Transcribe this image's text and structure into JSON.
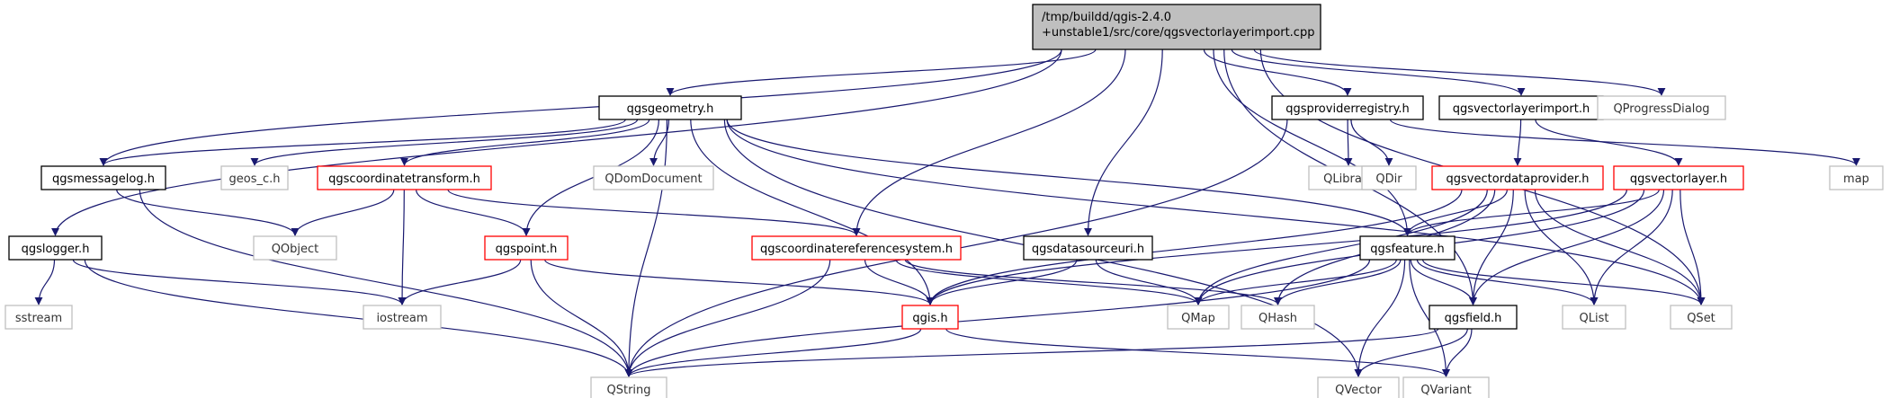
{
  "colors": {
    "edge": "#191970",
    "root_fill": "#bfbfbf",
    "border_black": "#000000",
    "border_red": "#ff0000",
    "border_gray": "#bfbfbf"
  },
  "nodes": [
    {
      "id": "root",
      "lines": [
        "/tmp/buildd/qgis-2.4.0",
        "+unstable1/src/core/qgsvectorlayerimport.cpp"
      ],
      "style": "root"
    },
    {
      "id": "qgsgeometry",
      "lines": [
        "qgsgeometry.h"
      ],
      "style": "black"
    },
    {
      "id": "qgsproviderregistry",
      "lines": [
        "qgsproviderregistry.h"
      ],
      "style": "black"
    },
    {
      "id": "qgsvectorlayerimport",
      "lines": [
        "qgsvectorlayerimport.h"
      ],
      "style": "black"
    },
    {
      "id": "QProgressDialog",
      "lines": [
        "QProgressDialog"
      ],
      "style": "gray"
    },
    {
      "id": "qgsmessagelog",
      "lines": [
        "qgsmessagelog.h"
      ],
      "style": "black"
    },
    {
      "id": "geos_c",
      "lines": [
        "geos_c.h"
      ],
      "style": "gray"
    },
    {
      "id": "qgscoordinatetransform",
      "lines": [
        "qgscoordinatetransform.h"
      ],
      "style": "red"
    },
    {
      "id": "QDomDocument",
      "lines": [
        "QDomDocument"
      ],
      "style": "gray"
    },
    {
      "id": "QLibrary",
      "lines": [
        "QLibrary"
      ],
      "style": "gray"
    },
    {
      "id": "QDir",
      "lines": [
        "QDir"
      ],
      "style": "gray"
    },
    {
      "id": "qgsvectordataprovider",
      "lines": [
        "qgsvectordataprovider.h"
      ],
      "style": "red"
    },
    {
      "id": "qgsvectorlayer",
      "lines": [
        "qgsvectorlayer.h"
      ],
      "style": "red"
    },
    {
      "id": "map",
      "lines": [
        "map"
      ],
      "style": "gray"
    },
    {
      "id": "qgslogger",
      "lines": [
        "qgslogger.h"
      ],
      "style": "black"
    },
    {
      "id": "QObject",
      "lines": [
        "QObject"
      ],
      "style": "gray"
    },
    {
      "id": "qgspoint",
      "lines": [
        "qgspoint.h"
      ],
      "style": "red"
    },
    {
      "id": "qgscoordinatereferencesystem",
      "lines": [
        "qgscoordinatereferencesystem.h"
      ],
      "style": "red"
    },
    {
      "id": "qgsdatasourceuri",
      "lines": [
        "qgsdatasourceuri.h"
      ],
      "style": "black"
    },
    {
      "id": "qgsfeature",
      "lines": [
        "qgsfeature.h"
      ],
      "style": "black"
    },
    {
      "id": "sstream",
      "lines": [
        "sstream"
      ],
      "style": "gray"
    },
    {
      "id": "iostream",
      "lines": [
        "iostream"
      ],
      "style": "gray"
    },
    {
      "id": "qgis",
      "lines": [
        "qgis.h"
      ],
      "style": "red"
    },
    {
      "id": "QMap",
      "lines": [
        "QMap"
      ],
      "style": "gray"
    },
    {
      "id": "QHash",
      "lines": [
        "QHash"
      ],
      "style": "gray"
    },
    {
      "id": "qgsfield",
      "lines": [
        "qgsfield.h"
      ],
      "style": "black"
    },
    {
      "id": "QList",
      "lines": [
        "QList"
      ],
      "style": "gray"
    },
    {
      "id": "QSet",
      "lines": [
        "QSet"
      ],
      "style": "gray"
    },
    {
      "id": "QString",
      "lines": [
        "QString"
      ],
      "style": "gray"
    },
    {
      "id": "QVector",
      "lines": [
        "QVector"
      ],
      "style": "gray"
    },
    {
      "id": "QVariant",
      "lines": [
        "QVariant"
      ],
      "style": "gray"
    }
  ],
  "edges": [
    [
      "root",
      "qgsgeometry"
    ],
    [
      "root",
      "qgsproviderregistry"
    ],
    [
      "root",
      "qgsvectorlayerimport"
    ],
    [
      "root",
      "QProgressDialog"
    ],
    [
      "root",
      "qgsmessagelog"
    ],
    [
      "root",
      "qgslogger"
    ],
    [
      "root",
      "qgscoordinatereferencesystem"
    ],
    [
      "root",
      "qgsdatasourceuri"
    ],
    [
      "root",
      "qgsfeature"
    ],
    [
      "root",
      "qgsfield"
    ],
    [
      "root",
      "QSet"
    ],
    [
      "qgsgeometry",
      "qgsmessagelog"
    ],
    [
      "qgsgeometry",
      "geos_c"
    ],
    [
      "qgsgeometry",
      "qgscoordinatetransform"
    ],
    [
      "qgsgeometry",
      "QDomDocument"
    ],
    [
      "qgsgeometry",
      "qgspoint"
    ],
    [
      "qgsgeometry",
      "qgis"
    ],
    [
      "qgsgeometry",
      "qgsfeature"
    ],
    [
      "qgsgeometry",
      "QString"
    ],
    [
      "qgsgeometry",
      "QVector"
    ],
    [
      "qgsgeometry",
      "QSet"
    ],
    [
      "qgsproviderregistry",
      "QLibrary"
    ],
    [
      "qgsproviderregistry",
      "QDir"
    ],
    [
      "qgsproviderregistry",
      "map"
    ],
    [
      "qgsproviderregistry",
      "QString"
    ],
    [
      "qgsvectorlayerimport",
      "qgsvectordataprovider"
    ],
    [
      "qgsvectorlayerimport",
      "qgsvectorlayer"
    ],
    [
      "qgsmessagelog",
      "QObject"
    ],
    [
      "qgsmessagelog",
      "QString"
    ],
    [
      "qgscoordinatetransform",
      "QObject"
    ],
    [
      "qgscoordinatetransform",
      "qgspoint"
    ],
    [
      "qgscoordinatetransform",
      "iostream"
    ],
    [
      "qgscoordinatetransform",
      "qgscoordinatereferencesystem"
    ],
    [
      "qgsvectordataprovider",
      "qgis"
    ],
    [
      "qgsvectordataprovider",
      "QMap"
    ],
    [
      "qgsvectordataprovider",
      "QHash"
    ],
    [
      "qgsvectordataprovider",
      "qgsfeature"
    ],
    [
      "qgsvectordataprovider",
      "qgsfield"
    ],
    [
      "qgsvectordataprovider",
      "QList"
    ],
    [
      "qgsvectordataprovider",
      "QSet"
    ],
    [
      "qgsvectorlayer",
      "qgsfeature"
    ],
    [
      "qgsvectorlayer",
      "QMap"
    ],
    [
      "qgsvectorlayer",
      "qgsfield"
    ],
    [
      "qgsvectorlayer",
      "QList"
    ],
    [
      "qgsvectorlayer",
      "QSet"
    ],
    [
      "qgsvectorlayer",
      "qgis"
    ],
    [
      "qgslogger",
      "sstream"
    ],
    [
      "qgslogger",
      "iostream"
    ],
    [
      "qgslogger",
      "QString"
    ],
    [
      "qgspoint",
      "iostream"
    ],
    [
      "qgspoint",
      "qgis"
    ],
    [
      "qgspoint",
      "QString"
    ],
    [
      "qgscoordinatereferencesystem",
      "qgis"
    ],
    [
      "qgscoordinatereferencesystem",
      "QMap"
    ],
    [
      "qgscoordinatereferencesystem",
      "QHash"
    ],
    [
      "qgscoordinatereferencesystem",
      "QString"
    ],
    [
      "qgsdatasourceuri",
      "qgis"
    ],
    [
      "qgsdatasourceuri",
      "QMap"
    ],
    [
      "qgsfeature",
      "QMap"
    ],
    [
      "qgsfeature",
      "QHash"
    ],
    [
      "qgsfeature",
      "qgsfield"
    ],
    [
      "qgsfeature",
      "QList"
    ],
    [
      "qgsfeature",
      "QSet"
    ],
    [
      "qgsfeature",
      "QString"
    ],
    [
      "qgsfeature",
      "QVector"
    ],
    [
      "qgsfeature",
      "QVariant"
    ],
    [
      "qgis",
      "QString"
    ],
    [
      "qgis",
      "QVariant"
    ],
    [
      "qgsfield",
      "QString"
    ],
    [
      "qgsfield",
      "QVector"
    ],
    [
      "qgsfield",
      "QVariant"
    ]
  ]
}
